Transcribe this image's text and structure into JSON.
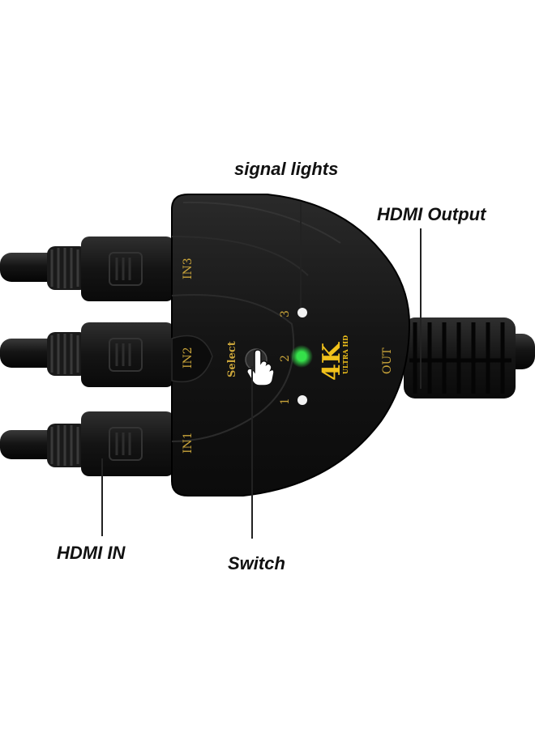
{
  "callouts": {
    "signal_lights": "signal lights",
    "hdmi_output": "HDMI Output",
    "hdmi_in": "HDMI IN",
    "switch": "Switch"
  },
  "device": {
    "port_in3": "IN3",
    "port_in2": "IN2",
    "port_in1": "IN1",
    "port_out": "OUT",
    "select_label": "Select",
    "led_3": "3",
    "led_2": "2",
    "led_1": "1",
    "badge_4k": "4K",
    "badge_ultra_hd": "ULTRA HD",
    "active_input": 2
  },
  "colors": {
    "label_gold": "#c9a43a",
    "badge_yellow": "#f2c21b",
    "led_active": "#35e04a",
    "led_idle": "#f2f2f2",
    "body": "#141414"
  }
}
